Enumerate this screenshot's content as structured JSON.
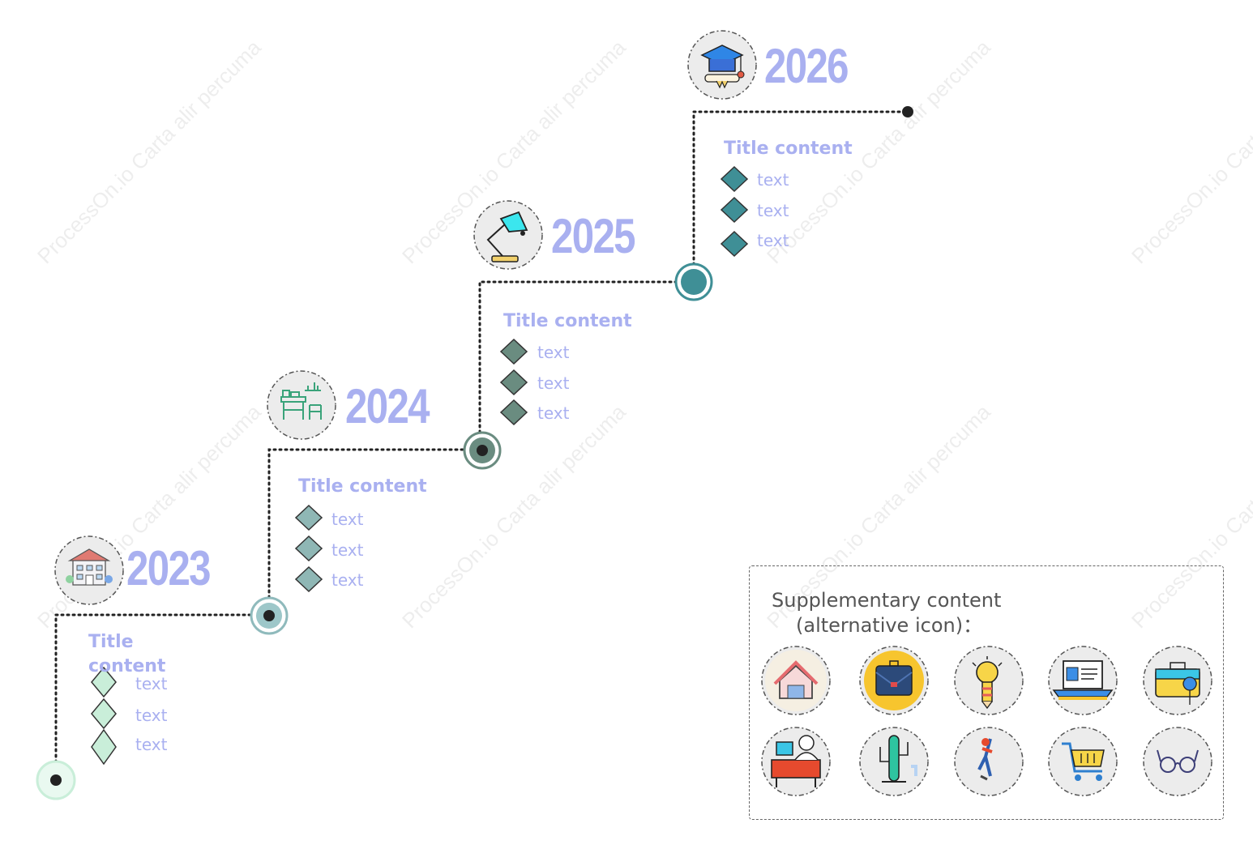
{
  "watermark": "ProcessOn.io Carta alir percuma",
  "colors": {
    "accent": "#a9b0f0",
    "line": "#222222",
    "teal": "#3f8f96",
    "sage": "#6a8c80",
    "mint": "#c9eed9"
  },
  "timeline": [
    {
      "year": "2023",
      "title": "Title content",
      "items": [
        "text",
        "text",
        "text"
      ],
      "icon": "building-icon"
    },
    {
      "year": "2024",
      "title": "Title content",
      "items": [
        "text",
        "text",
        "text"
      ],
      "icon": "classroom-desk-icon"
    },
    {
      "year": "2025",
      "title": "Title content",
      "items": [
        "text",
        "text",
        "text"
      ],
      "icon": "desk-lamp-icon"
    },
    {
      "year": "2026",
      "title": "Title content",
      "items": [
        "text",
        "text",
        "text"
      ],
      "icon": "graduation-cap-icon"
    }
  ],
  "supplementary": {
    "title_line1": "Supplementary content",
    "title_line2": "(alternative icon)：",
    "icons": [
      "house-icon",
      "briefcase-icon",
      "lightbulb-icon",
      "laptop-id-card-icon",
      "toolbox-location-icon",
      "office-worker-icon",
      "cactus-icon",
      "climber-icon",
      "shopping-cart-icon",
      "glasses-icon"
    ]
  }
}
